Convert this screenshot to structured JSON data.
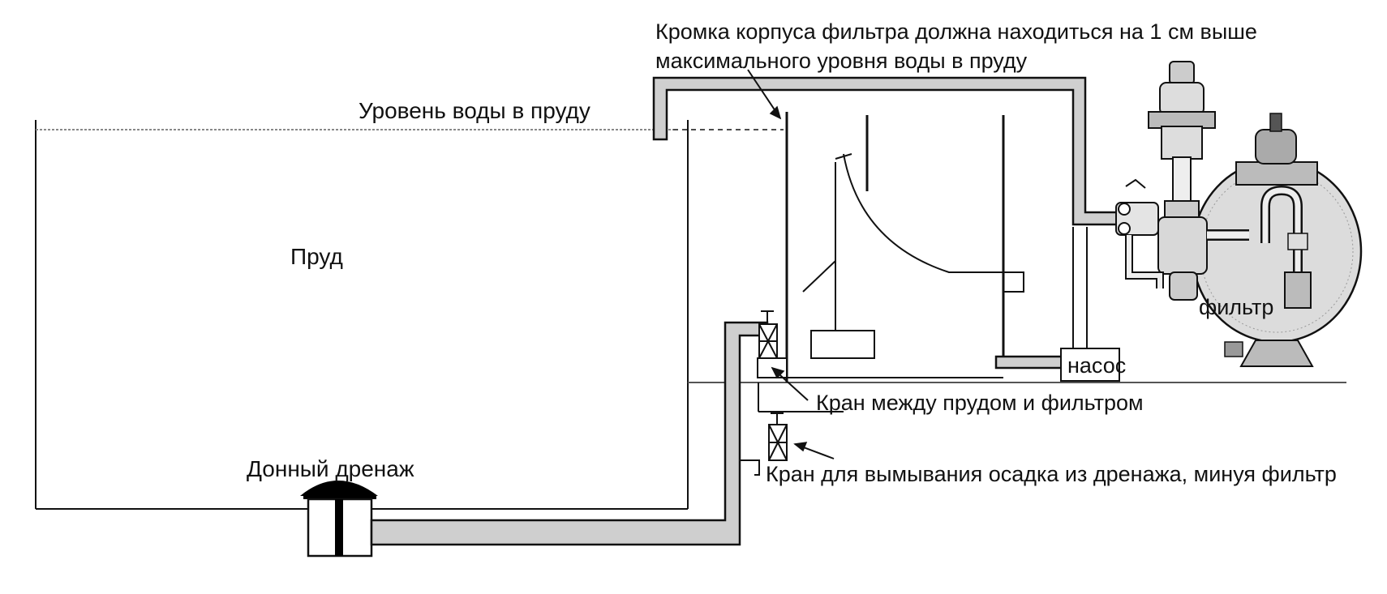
{
  "labels": {
    "filter_edge_note_line1": "Кромка корпуса фильтра должна находиться на 1 см выше",
    "filter_edge_note_line2": "максимального уровня воды в пруду",
    "water_level": "Уровень воды в пруду",
    "pond": "Пруд",
    "filter": "фильтр",
    "pump": "насос",
    "valve_pond_filter": "Кран между прудом и фильтром",
    "bottom_drain": "Донный дренаж",
    "flush_valve": "Кран для вымывания осадка из дренажа, минуя фильтр"
  },
  "colors": {
    "pipe_fill": "#cfcfcf",
    "line": "#111111",
    "background": "#ffffff",
    "drain_cap": "#000000",
    "filter_tank": "#d9d9d9"
  }
}
